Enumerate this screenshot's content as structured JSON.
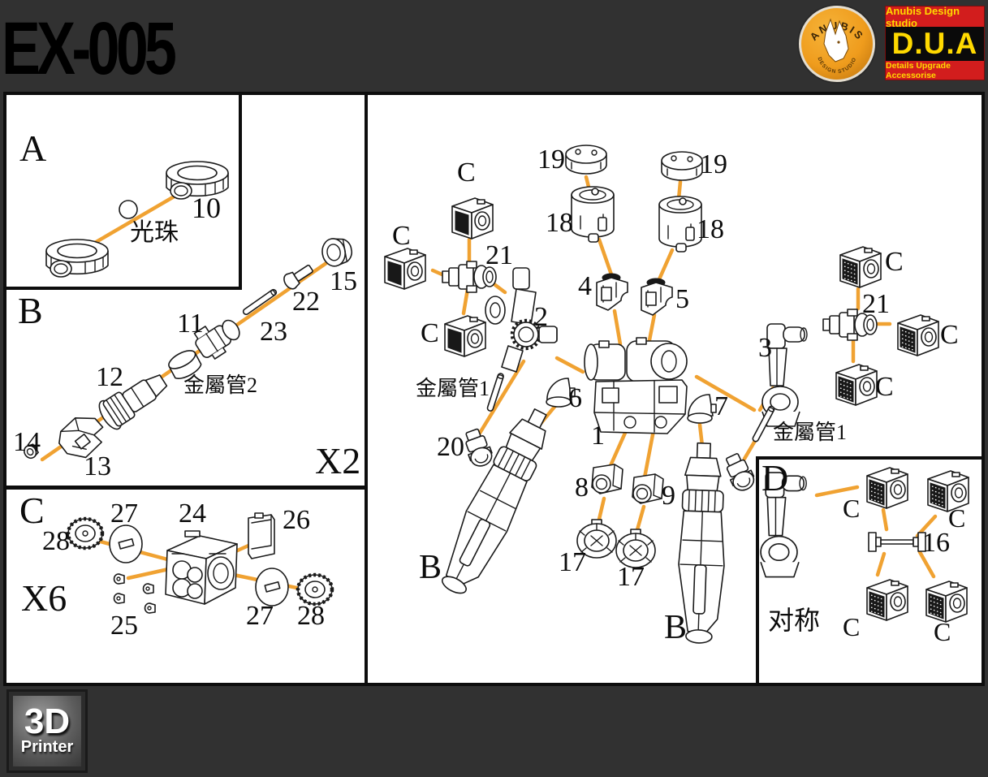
{
  "header": {
    "title": "EX-005"
  },
  "brand": {
    "logo_arc_top": "ANUBIS",
    "logo_arc_bottom": "DESIGN STUDIO",
    "studio": "Anubis Design studio",
    "acronym": "D.U.A",
    "tagline": "Details Upgrade Accessorise"
  },
  "badge": {
    "big": "3D",
    "small": "Printer"
  },
  "labels": {
    "a": "A",
    "b": "B",
    "c": "C",
    "d": "D",
    "x2": "X2",
    "x6": "X6",
    "sphere": "光珠",
    "tube1": "金屬管1",
    "tube2": "金屬管2",
    "sym": "对称",
    "p1": "1",
    "p2": "2",
    "p3": "3",
    "p4": "4",
    "p5": "5",
    "p6": "6",
    "p7": "7",
    "p8": "8",
    "p9": "9",
    "p10": "10",
    "p11": "11",
    "p12": "12",
    "p13": "13",
    "p14": "14",
    "p15": "15",
    "p16": "16",
    "p17": "17",
    "p18": "18",
    "p19": "19",
    "p20": "20",
    "p21": "21",
    "p22": "22",
    "p23": "23",
    "p24": "24",
    "p25": "25",
    "p26": "26",
    "p27": "27",
    "p28": "28"
  },
  "colors": {
    "background": "#313131",
    "panel": "#ffffff",
    "ink": "#1a1a1a",
    "connector_orange": "#f0a232",
    "banner_red": "#d21d1d",
    "banner_yellow": "#ffd900"
  }
}
